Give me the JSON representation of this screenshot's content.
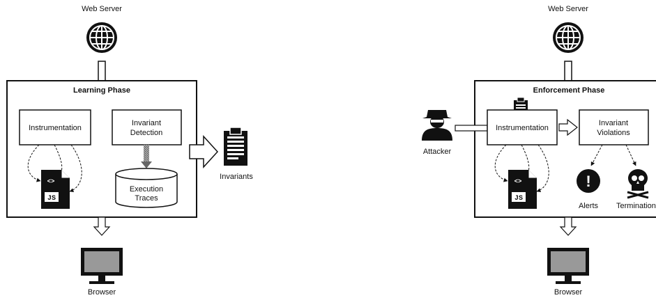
{
  "left": {
    "web_server": "Web Server",
    "phase_title": "Learning Phase",
    "instrumentation": "Instrumentation",
    "invariant_detection_line1": "Invariant",
    "invariant_detection_line2": "Detection",
    "execution_traces_line1": "Execution",
    "execution_traces_line2": "Traces",
    "invariants": "Invariants",
    "browser": "Browser",
    "js_badge": "JS",
    "code_badge": "<>"
  },
  "right": {
    "web_server": "Web Server",
    "phase_title": "Enforcement Phase",
    "attacker": "Attacker",
    "instrumentation": "Instrumentation",
    "invariant_violations_line1": "Invariant",
    "invariant_violations_line2": "Violations",
    "alerts": "Alerts",
    "termination": "Termination",
    "browser": "Browser",
    "js_badge": "JS",
    "code_badge": "<>",
    "alert_symbol": "!"
  }
}
